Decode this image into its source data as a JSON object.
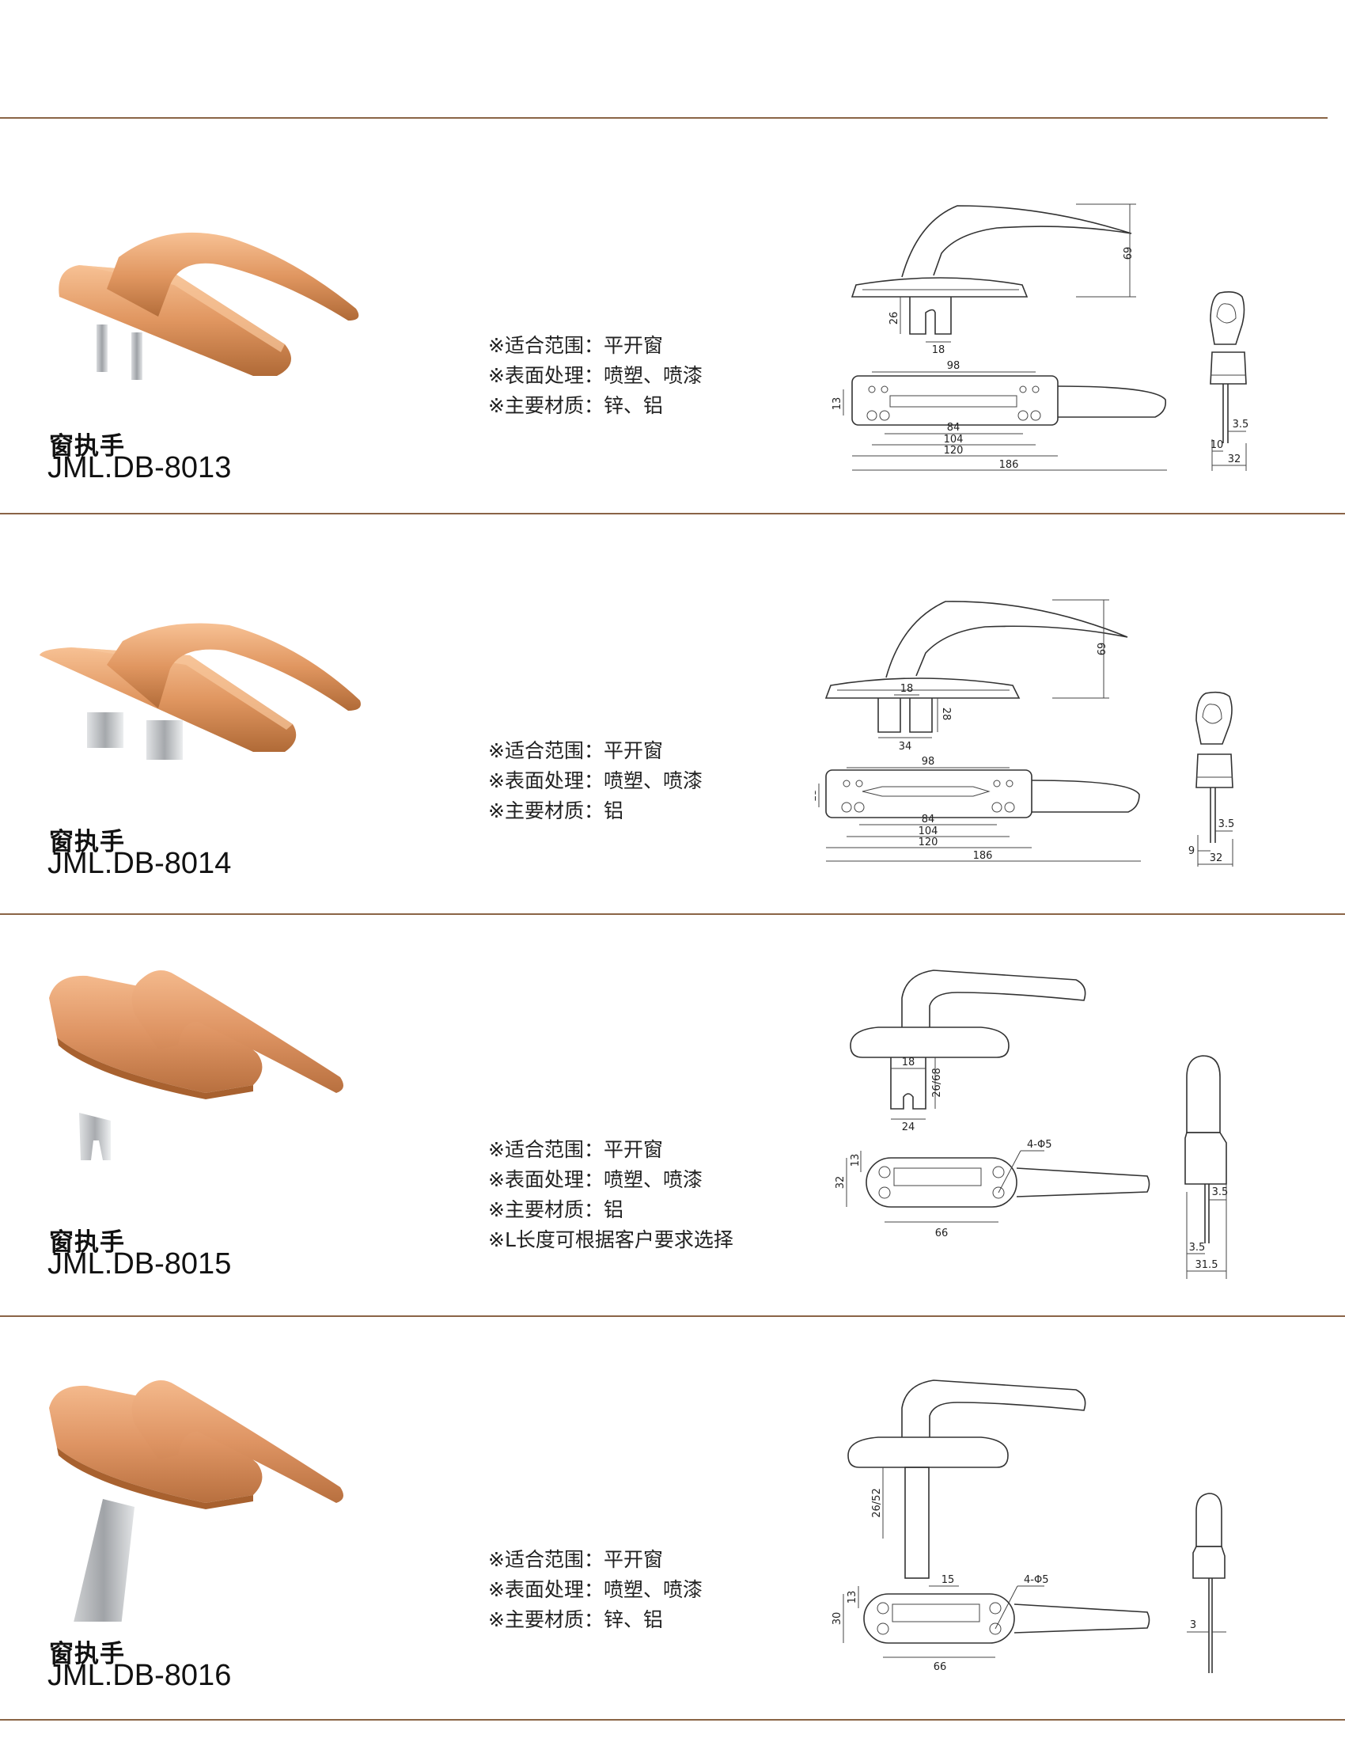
{
  "colors": {
    "rule": "#8a6446",
    "handle_light": "#f2b07e",
    "handle_mid": "#d98c56",
    "handle_dark": "#a8612f",
    "spindle": "#b9bcc0"
  },
  "products": [
    {
      "title_cn": "窗执手",
      "code": "JML.DB-8013",
      "specs": [
        "※适合范围：平开窗",
        "※表面处理：喷塑、喷漆",
        "※主要材质：锌、铝"
      ],
      "dims": {
        "height": "69",
        "spindle": "26",
        "spindle_w": "18",
        "hole_span": "98",
        "plate_h": "13",
        "d84": "84",
        "d104": "104",
        "d120": "120",
        "total": "186",
        "side_a": "3.5",
        "side_b": "10",
        "side_w": "32"
      }
    },
    {
      "title_cn": "窗执手",
      "code": "JML.DB-8014",
      "specs": [
        "※适合范围：平开窗",
        "※表面处理：喷塑、喷漆",
        "※主要材质：铝"
      ],
      "dims": {
        "height": "69",
        "spindle_w": "18",
        "spindle": "28",
        "base_w": "34",
        "hole_span": "98",
        "plate_h": "13",
        "d84": "84",
        "d104": "104",
        "d120": "120",
        "total": "186",
        "side_a": "3.5",
        "side_b": "9",
        "side_w": "32"
      }
    },
    {
      "title_cn": "窗执手",
      "code": "JML.DB-8015",
      "specs": [
        "※适合范围：平开窗",
        "※表面处理：喷塑、喷漆",
        "※主要材质：铝",
        "※L长度可根据客户要求选择"
      ],
      "dims": {
        "spindle_w": "18",
        "spindle": "26/68",
        "base_w": "24",
        "plate_h": "13",
        "holes": "4-Φ5",
        "plate_w": "32",
        "hole_span": "66",
        "side_a": "3.5",
        "side_b": "3.5",
        "side_w": "31.5"
      }
    },
    {
      "title_cn": "窗执手",
      "code": "JML.DB-8016",
      "specs": [
        "※适合范围：平开窗",
        "※表面处理：喷塑、喷漆",
        "※主要材质：锌、铝"
      ],
      "dims": {
        "spindle": "26/52",
        "spindle_w": "15",
        "plate_h": "13",
        "holes": "4-Φ5",
        "plate_w": "30",
        "hole_span": "66",
        "side_a": "3"
      }
    }
  ]
}
